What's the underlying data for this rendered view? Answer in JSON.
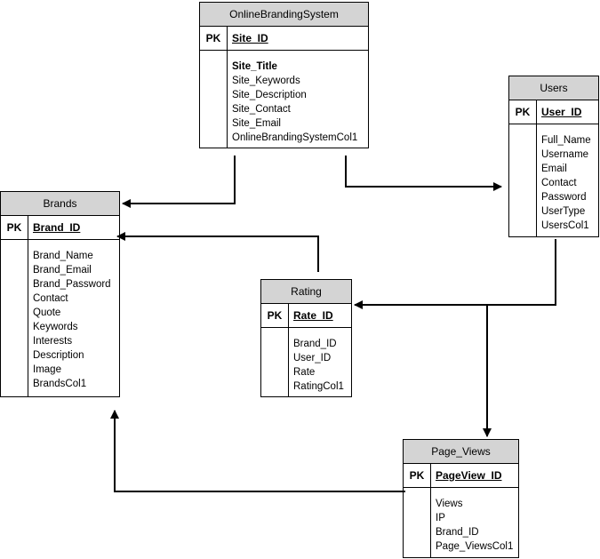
{
  "entities": {
    "online_branding_system": {
      "title": "OnlineBrandingSystem",
      "pk_label": "PK",
      "pk_field": "Site_ID",
      "fields": [
        "Site_Title",
        "Site_Keywords",
        "Site_Description",
        "Site_Contact",
        "Site_Email",
        "OnlineBrandingSystemCol1"
      ]
    },
    "users": {
      "title": "Users",
      "pk_label": "PK",
      "pk_field": "User_ID",
      "fields": [
        "Full_Name",
        "Username",
        "Email",
        "Contact",
        "Password",
        "UserType",
        "UsersCol1"
      ]
    },
    "brands": {
      "title": "Brands",
      "pk_label": "PK",
      "pk_field": "Brand_ID",
      "fields": [
        "Brand_Name",
        "Brand_Email",
        "Brand_Password",
        "Contact",
        "Quote",
        "Keywords",
        "Interests",
        "Description",
        "Image",
        "BrandsCol1"
      ]
    },
    "rating": {
      "title": "Rating",
      "pk_label": "PK",
      "pk_field": "Rate_ID",
      "fields": [
        "Brand_ID",
        "User_ID",
        "Rate",
        "RatingCol1"
      ]
    },
    "page_views": {
      "title": "Page_Views",
      "pk_label": "PK",
      "pk_field": "PageView_ID",
      "fields": [
        "Views",
        "IP",
        "Brand_ID",
        "Page_ViewsCol1"
      ]
    }
  }
}
